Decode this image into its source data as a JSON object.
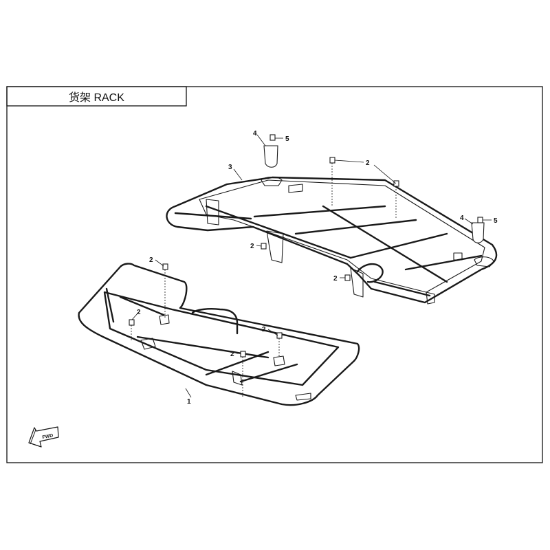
{
  "title": "货架 RACK",
  "callouts": [
    {
      "id": "c1",
      "label": "1"
    },
    {
      "id": "c2a",
      "label": "2"
    },
    {
      "id": "c2b",
      "label": "2"
    },
    {
      "id": "c2c",
      "label": "2"
    },
    {
      "id": "c2d",
      "label": "2"
    },
    {
      "id": "c2e",
      "label": "2"
    },
    {
      "id": "c2f",
      "label": "2"
    },
    {
      "id": "c2g",
      "label": "2"
    },
    {
      "id": "c3",
      "label": "3"
    },
    {
      "id": "c4a",
      "label": "4"
    },
    {
      "id": "c4b",
      "label": "4"
    },
    {
      "id": "c5a",
      "label": "5"
    },
    {
      "id": "c5b",
      "label": "5"
    }
  ],
  "direction_badge": {
    "label": "FWD",
    "icon": "forward-direction-arrow-icon"
  }
}
